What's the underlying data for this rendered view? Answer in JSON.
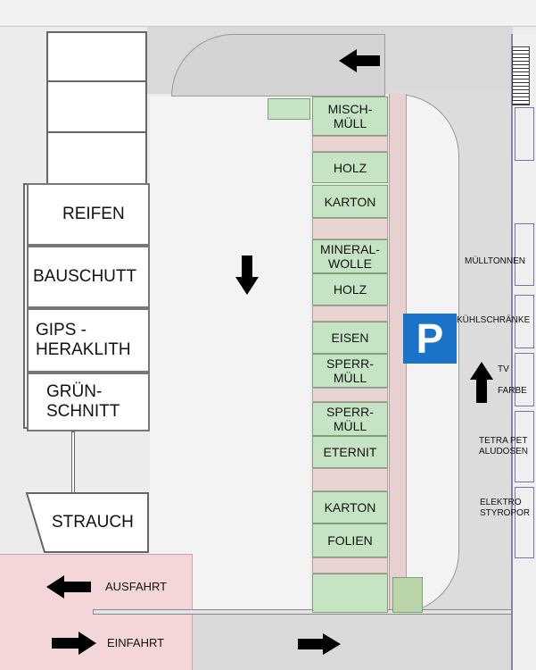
{
  "left_bays": [
    "REIFEN",
    "BAUSCHUTT",
    "GIPS -\nHERAKLITH",
    "GRÜN-\nSCHNITT"
  ],
  "strauch": "STRAUCH",
  "containers": [
    "MISCH-\nMÜLL",
    "HOLZ",
    "KARTON",
    "MINERAL-\nWOLLE",
    "HOLZ",
    "EISEN",
    "SPERR-\nMÜLL",
    "SPERR-\nMÜLL",
    "ETERNIT",
    "KARTON",
    "FOLIEN"
  ],
  "parking_symbol": "P",
  "right_labels": [
    "MÜLLTONNEN",
    "KÜHLSCHRÄNKE",
    "TV",
    "FARBE",
    "TETRA PET\nALUDOSEN",
    "ELEKTRO\nSTYROPOR"
  ],
  "ausfahrt": "AUSFAHRT",
  "einfahrt": "EINFAHRT",
  "colors": {
    "container": "#c6e3c4",
    "parking": "#1a73c8",
    "exit_zone": "#f4d6d8",
    "road": "#d9d9d9"
  }
}
